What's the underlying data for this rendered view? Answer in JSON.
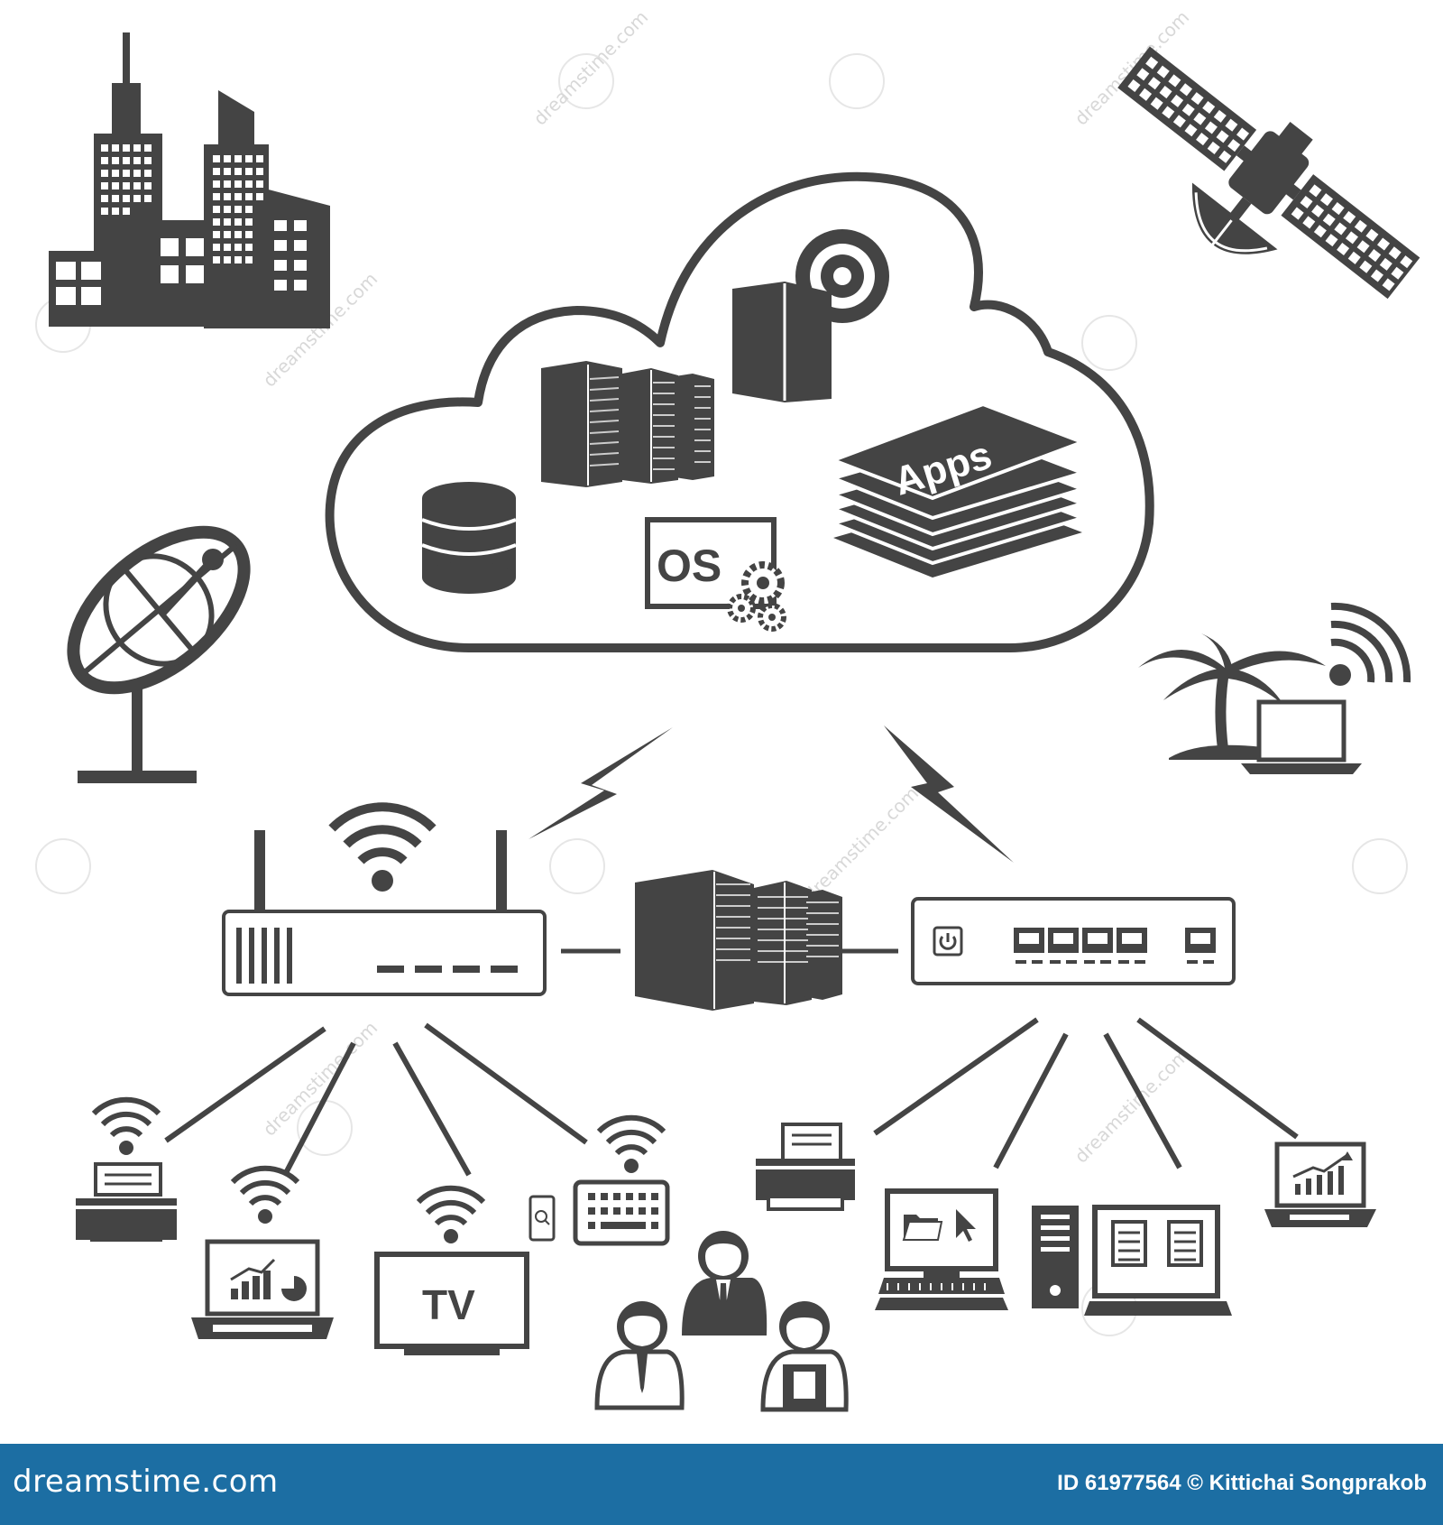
{
  "cloud": {
    "os_label": "OS",
    "apps_label": "Apps"
  },
  "devices": {
    "tv_label": "TV"
  },
  "footer": {
    "brand": "dreamstime.com",
    "credit": "ID 61977564 © Kittichai Songprakob"
  },
  "watermark": "dreamstime.com",
  "colors": {
    "icon": "#444444",
    "footer_bg": "#1c6ea3",
    "footer_text": "#ffffff"
  }
}
